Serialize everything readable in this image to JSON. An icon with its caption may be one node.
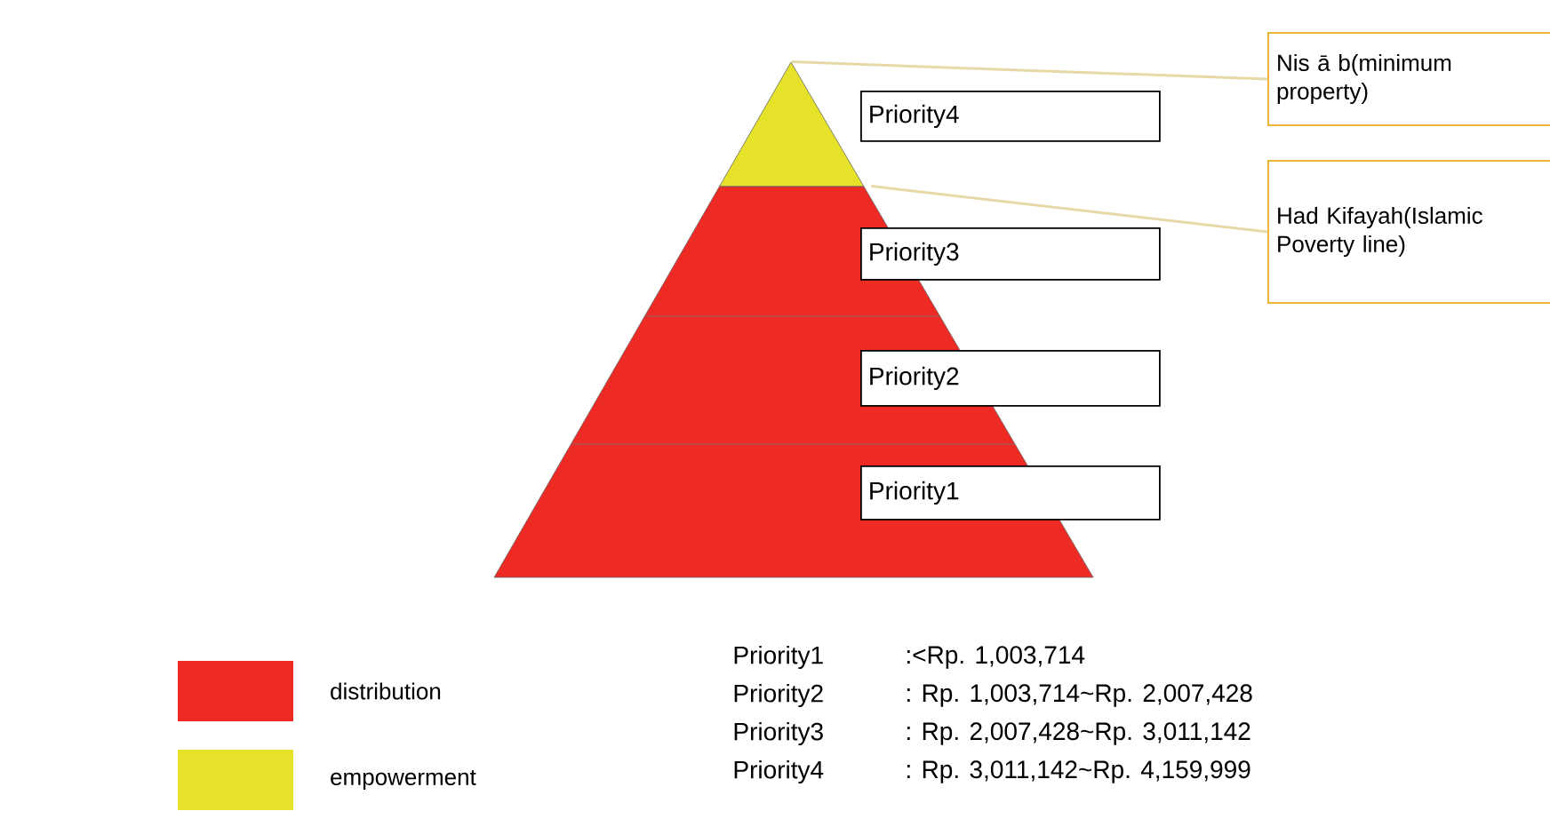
{
  "diagram": {
    "nodes": [
      {
        "text": [],
        "shape": "triangle"
      },
      {
        "text": [],
        "shape": "trapezoid"
      },
      {
        "text": [
          "Priority4"
        ]
      },
      {
        "text": [
          "Priority3"
        ]
      },
      {
        "text": [
          "Priority2"
        ]
      },
      {
        "text": [
          "Priority1"
        ]
      },
      {
        "text": [
          "Nis ā b(minimum property)"
        ]
      },
      {
        "text": [
          "Had Kifayah(Islamic Poverty line)"
        ]
      }
    ],
    "edges": [
      {
        "from": 6,
        "to": 0,
        "arrow": "none"
      },
      {
        "from": 7,
        "to": 1,
        "arrow": "none"
      }
    ],
    "labels": [
      "Priority1",
      ":<Rp. 1,003,714",
      "Priority2",
      ": Rp. 1,003,714~Rp. 2,007,428",
      "Priority3",
      ": Rp. 2,007,428~Rp. 3,011,142",
      "Priority4",
      ": Rp. 3,011,142~Rp. 4,159,999"
    ],
    "legend": [
      {
        "text": "distribution",
        "color": "#ee2a24"
      },
      {
        "text": "empowerment",
        "color": "#e6e22a"
      }
    ]
  }
}
